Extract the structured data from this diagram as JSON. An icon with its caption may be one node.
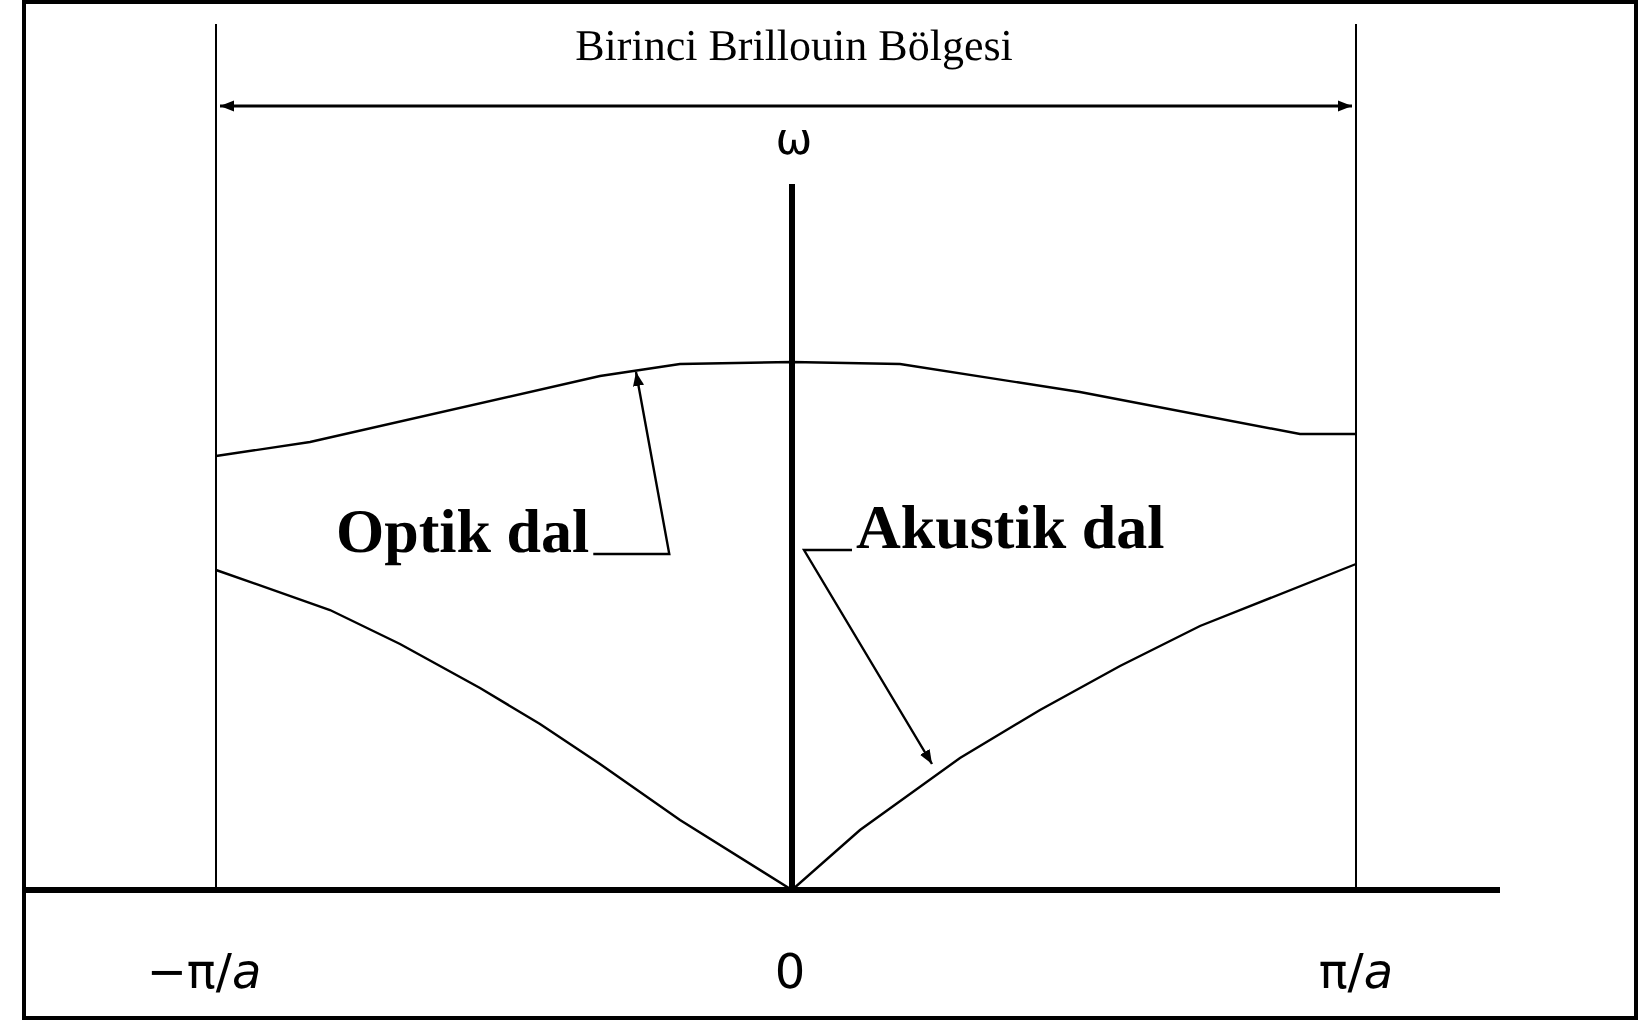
{
  "diagram": {
    "nodes": [
      {
        "text": [
          "Optik dal"
        ]
      },
      {
        "text": [],
        "shape": "line"
      },
      {
        "text": [
          "Akustik dal"
        ]
      },
      {
        "text": [],
        "shape": "line"
      }
    ],
    "edges": [
      {
        "from": 0,
        "to": 1,
        "arrow": "to"
      },
      {
        "from": 2,
        "to": 3,
        "arrow": "to"
      }
    ],
    "labels": [
      "Birinci Brillouin Bölgesi",
      "ω",
      "−π/*a*",
      "0",
      "π/*a*"
    ]
  }
}
